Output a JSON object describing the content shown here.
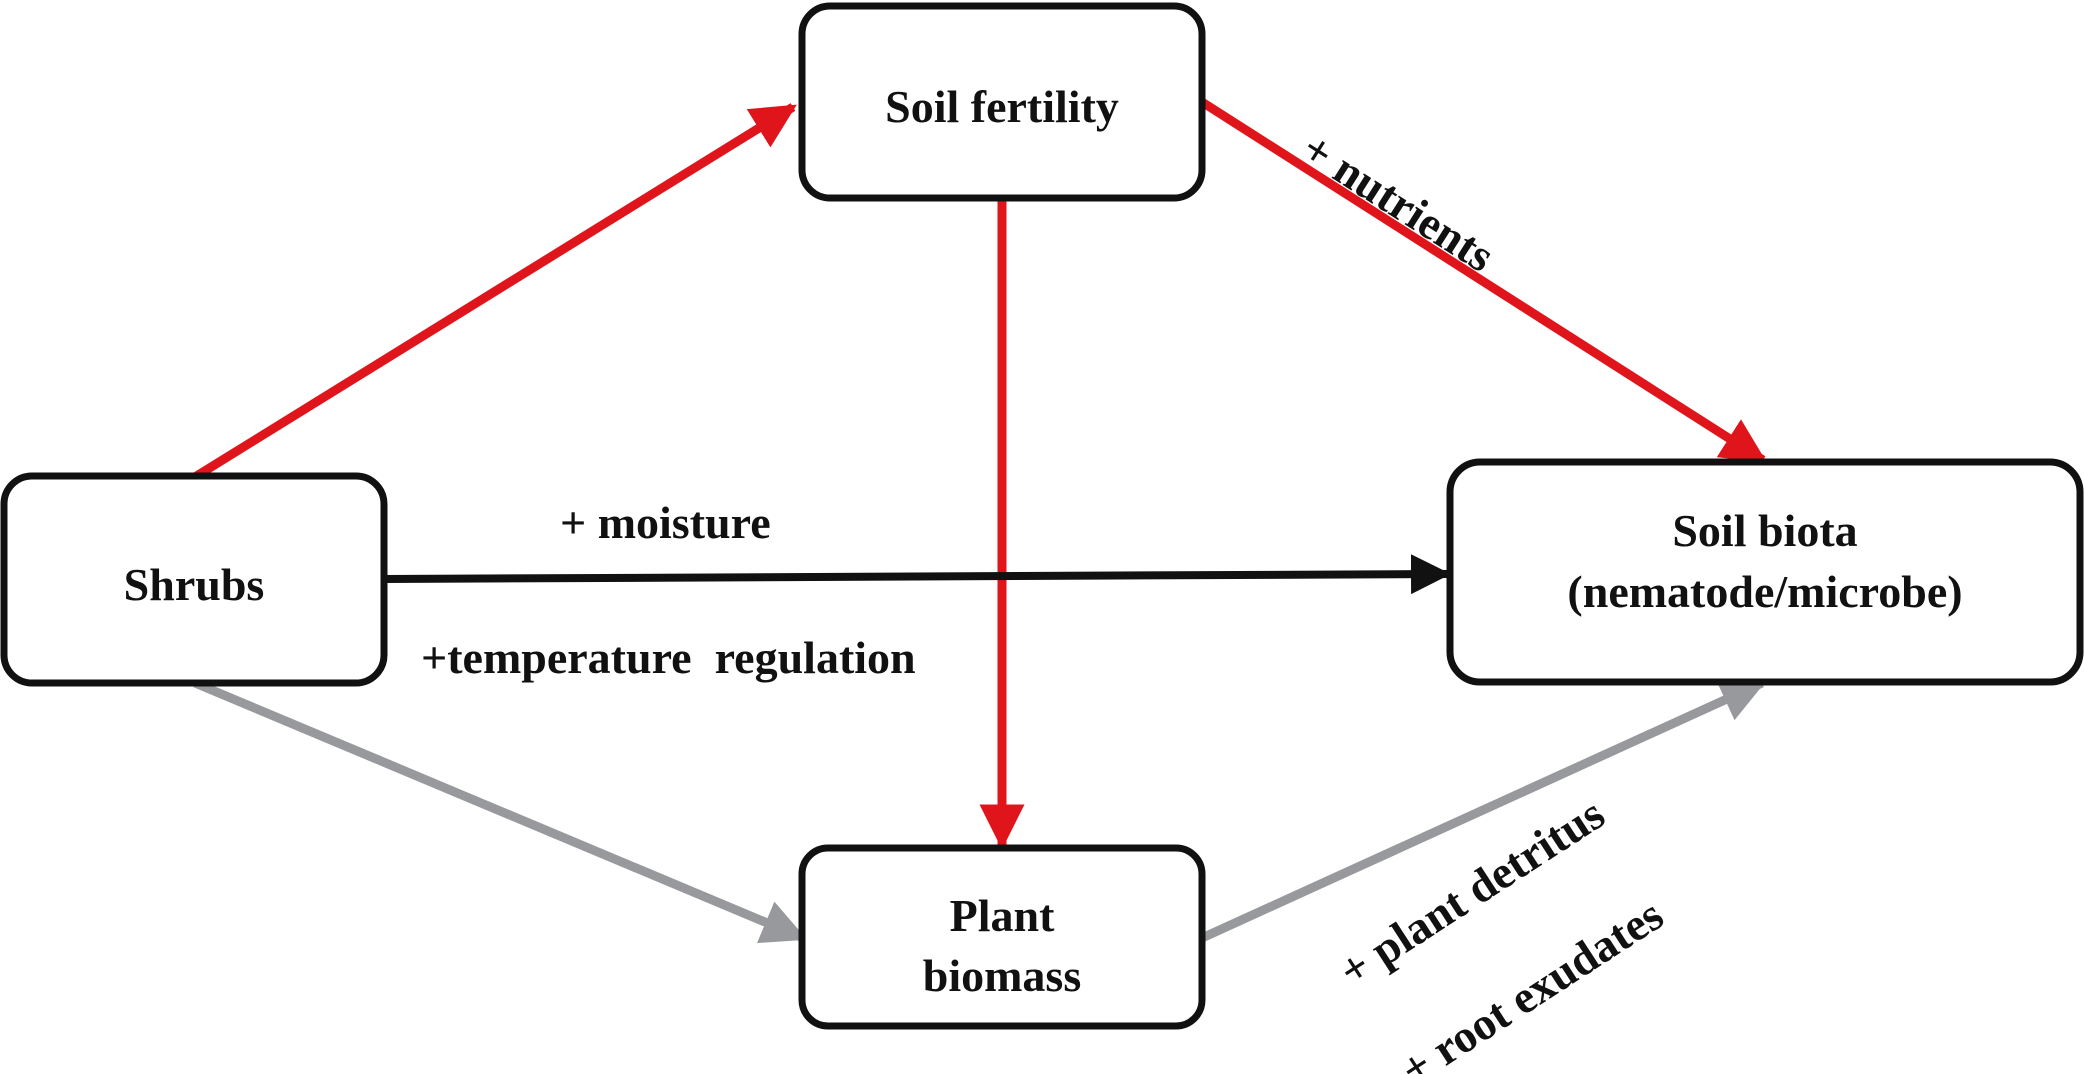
{
  "nodes": {
    "soil_fertility": "Soil fertility",
    "shrubs": "Shrubs",
    "soil_biota_line1": "Soil biota",
    "soil_biota_line2": "(nematode/microbe)",
    "plant_biomass_line1": "Plant",
    "plant_biomass_line2": "biomass"
  },
  "edge_labels": {
    "nutrients": "+ nutrients",
    "moisture": "+ moisture",
    "temperature": "+temperature  regulation",
    "plant_detritus": "+ plant detritus",
    "root_exudates": "+ root exudates"
  },
  "colors": {
    "red_arrow": "#e0151c",
    "black_arrow": "#111111",
    "gray_arrow": "#98999c",
    "box_border": "#111111"
  }
}
